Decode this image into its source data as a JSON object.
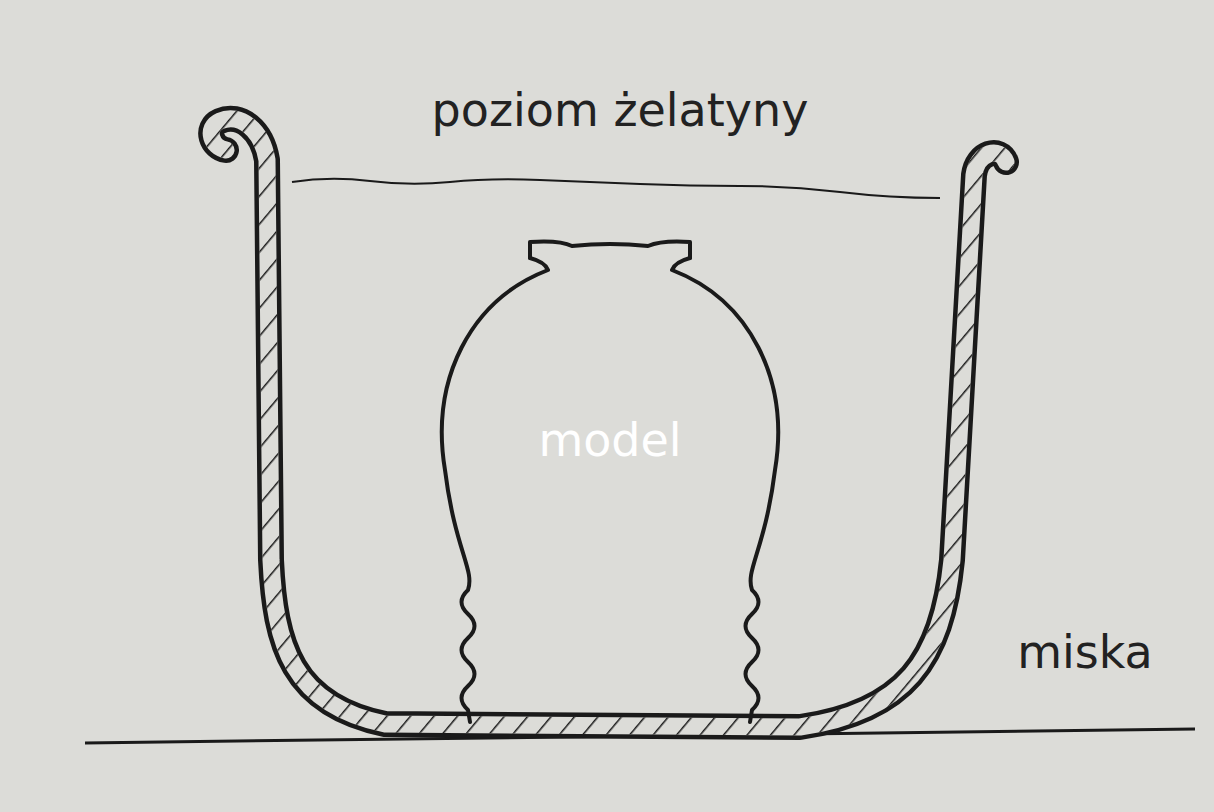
{
  "diagram": {
    "labels": [
      "poziom żelatyny",
      "model",
      "miska"
    ]
  }
}
